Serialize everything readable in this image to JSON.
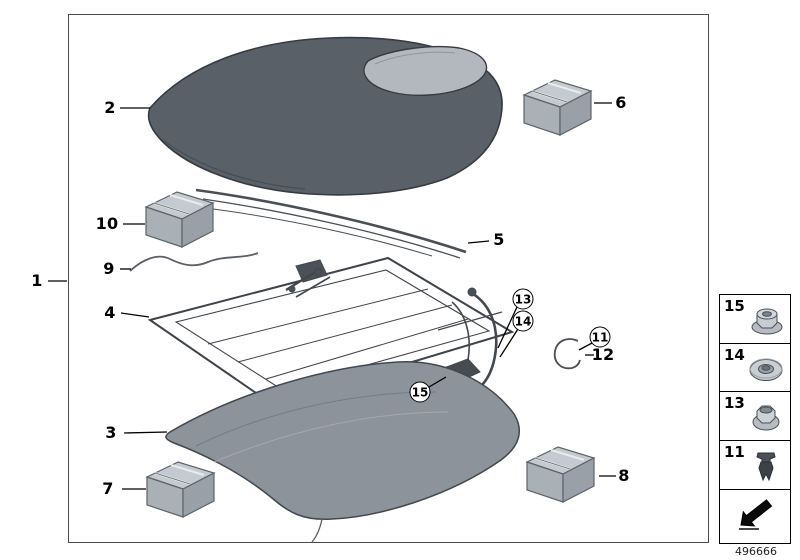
{
  "diagram": {
    "code": "496666",
    "labels": {
      "l1": "1",
      "l2": "2",
      "l3": "3",
      "l4": "4",
      "l5": "5",
      "l6": "6",
      "l7": "7",
      "l8": "8",
      "l9": "9",
      "l10": "10",
      "l11": "11",
      "l12": "12",
      "l13": "13",
      "l14": "14",
      "l15": "15"
    }
  },
  "legend": {
    "items": [
      {
        "label": "15",
        "icon": "flange-nut-icon"
      },
      {
        "label": "14",
        "icon": "grommet-icon"
      },
      {
        "label": "13",
        "icon": "collar-nut-icon"
      },
      {
        "label": "11",
        "icon": "expansion-rivet-icon"
      },
      {
        "label": "",
        "icon": "direction-arrow-icon"
      }
    ]
  }
}
